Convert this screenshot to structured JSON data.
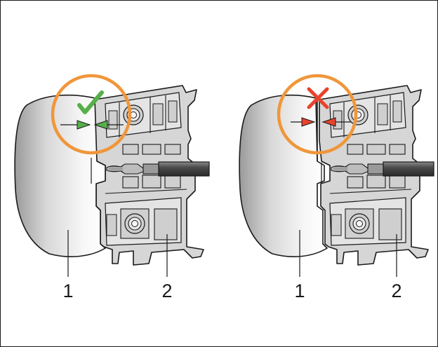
{
  "figure": {
    "panels": [
      {
        "id": "correct",
        "status": "correct",
        "status_symbol": "check-mark",
        "callouts": [
          {
            "number": "1"
          },
          {
            "number": "2"
          }
        ]
      },
      {
        "id": "incorrect",
        "status": "incorrect",
        "status_symbol": "cross-mark",
        "callouts": [
          {
            "number": "1"
          },
          {
            "number": "2"
          }
        ]
      }
    ],
    "colors": {
      "highlight_circle": "#F0963A",
      "correct": "#56B04A",
      "incorrect": "#E8432C",
      "outline": "#1A1A1A",
      "part_fill": "#D6D6D6",
      "cable": "#5A5A5A"
    }
  }
}
